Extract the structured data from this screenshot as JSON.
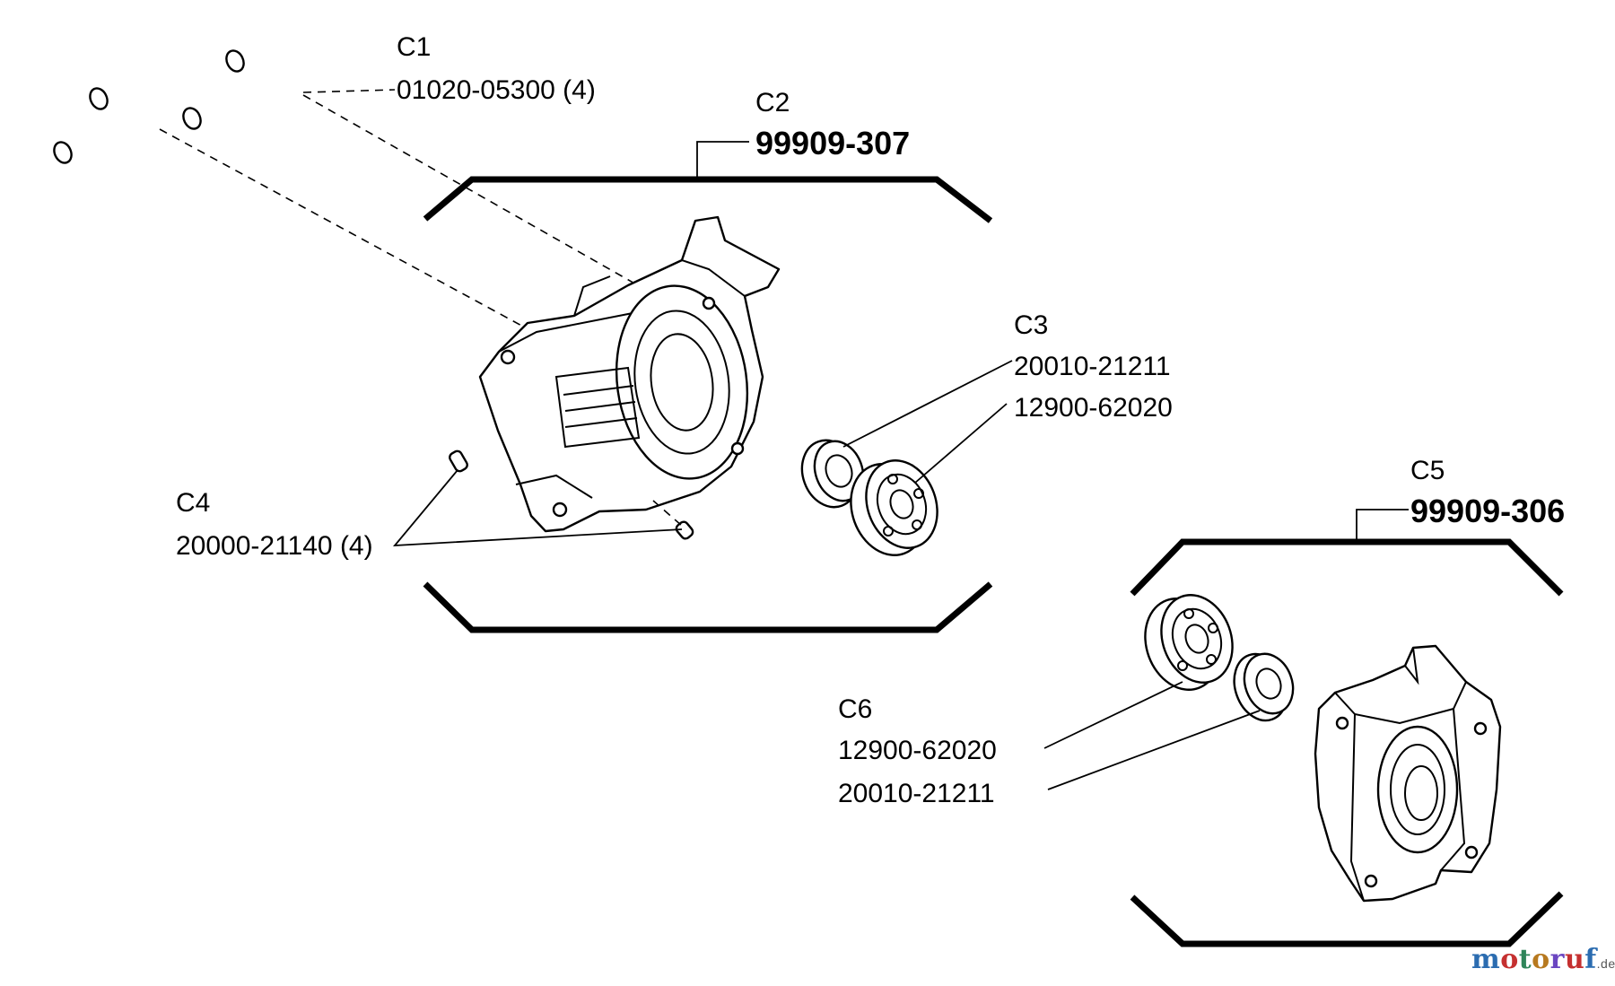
{
  "callouts": {
    "c1": {
      "ref": "C1",
      "part_number": "01020-05300 (4)"
    },
    "c2": {
      "ref": "C2",
      "part_number": "99909-307"
    },
    "c3": {
      "ref": "C3",
      "part_numbers": [
        "20010-21211",
        "12900-62020"
      ]
    },
    "c4": {
      "ref": "C4",
      "part_number": "20000-21140 (4)"
    },
    "c5": {
      "ref": "C5",
      "part_number": "99909-306"
    },
    "c6": {
      "ref": "C6",
      "part_numbers": [
        "12900-62020",
        "20010-21211"
      ]
    }
  },
  "watermark": {
    "letters": [
      "m",
      "o",
      "t",
      "o",
      "r",
      "u",
      "f"
    ],
    "suffix": ".de",
    "colors": [
      "#2b6cb0",
      "#c53030",
      "#2f855a",
      "#b7791f",
      "#6b46c1",
      "#c53030",
      "#2b6cb0"
    ]
  }
}
